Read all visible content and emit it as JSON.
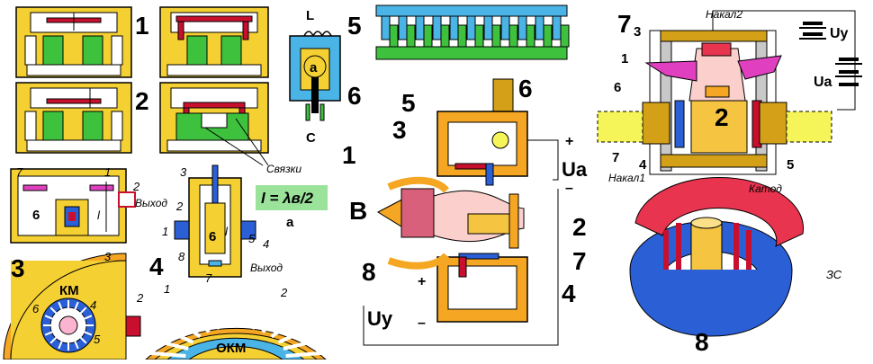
{
  "panel_numbers": {
    "p1": "1",
    "p2": "2",
    "p3": "3",
    "p4": "4",
    "p5": "5",
    "p6": "6",
    "p7": "7",
    "p8": "8"
  },
  "fig1": {
    "L": "L",
    "a": "a",
    "C": "C",
    "links": "Связки"
  },
  "fig3": {
    "num7": "7",
    "num1": "1",
    "num2": "2",
    "num6": "6",
    "num_l": "l",
    "num3": "3",
    "output": "Выход",
    "km": "КМ",
    "c6": "6",
    "c4": "4",
    "c5": "5",
    "c2": "2"
  },
  "fig4": {
    "num3": "3",
    "num2": "2",
    "num1": "1",
    "num6": "6",
    "num_l": "l",
    "num5": "5",
    "num4": "4",
    "num8": "8",
    "num7": "7",
    "output": "Выход",
    "formula": "l = λв/2",
    "a": "а",
    "c1": "1",
    "c2": "2",
    "okm": "ОКМ"
  },
  "fig6": {
    "n1": "1",
    "n2": "2",
    "n3": "3",
    "n4": "4",
    "n5": "5",
    "n6": "6",
    "n7": "7",
    "n8": "8",
    "B": "B",
    "Ua": "Uа",
    "Uy": "Uу",
    "plus": "+",
    "minus": "–"
  },
  "fig7": {
    "filament2": "Накал2",
    "filament1": "Накал1",
    "n3": "3",
    "n1": "1",
    "n6": "6",
    "n2": "2",
    "n7": "7",
    "n4": "4",
    "n5": "5",
    "Uy": "Uу",
    "Ua": "Uа",
    "cathode": "Катод",
    "zs": "ЗС"
  }
}
